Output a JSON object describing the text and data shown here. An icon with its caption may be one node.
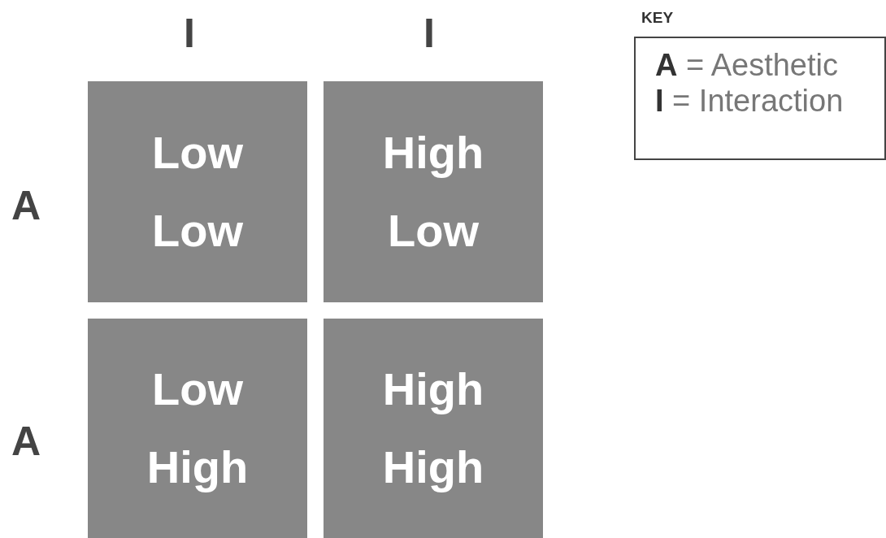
{
  "diagram": {
    "nodes": [
      {
        "text": [
          "Low",
          "Low"
        ]
      },
      {
        "text": [
          "High",
          "Low"
        ]
      },
      {
        "text": [
          "Low",
          "High"
        ]
      },
      {
        "text": [
          "High",
          "High"
        ]
      },
      {
        "text": [
          "KEY",
          "**A** = Aesthetic",
          "**I** = Interaction"
        ]
      }
    ],
    "labels": [
      "I",
      "I",
      "A",
      "A"
    ]
  }
}
